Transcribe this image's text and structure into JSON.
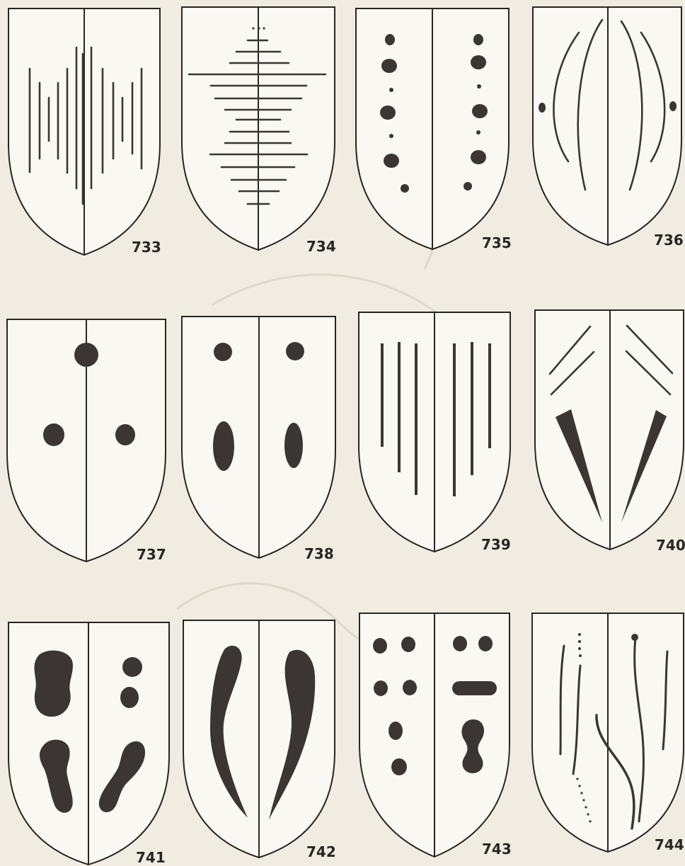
{
  "shields": [
    {
      "number": "733",
      "design": "vertical-stripes-graduated"
    },
    {
      "number": "734",
      "design": "horizontal-bars-graduated"
    },
    {
      "number": "735",
      "design": "dot-rows"
    },
    {
      "number": "736",
      "design": "curved-arcs"
    },
    {
      "number": "737",
      "design": "three-dots"
    },
    {
      "number": "738",
      "design": "dots-and-ovals"
    },
    {
      "number": "739",
      "design": "pale-stripes"
    },
    {
      "number": "740",
      "design": "diagonals-and-wedges"
    },
    {
      "number": "741",
      "design": "blobs"
    },
    {
      "number": "742",
      "design": "comma-shapes"
    },
    {
      "number": "743",
      "design": "dots-dash-and-drop"
    },
    {
      "number": "744",
      "design": "wavy-lines-dotted"
    }
  ],
  "colors": {
    "ink": "#3b3634",
    "paper": "#f1ece2",
    "shield_fill": "#faf8f3"
  }
}
